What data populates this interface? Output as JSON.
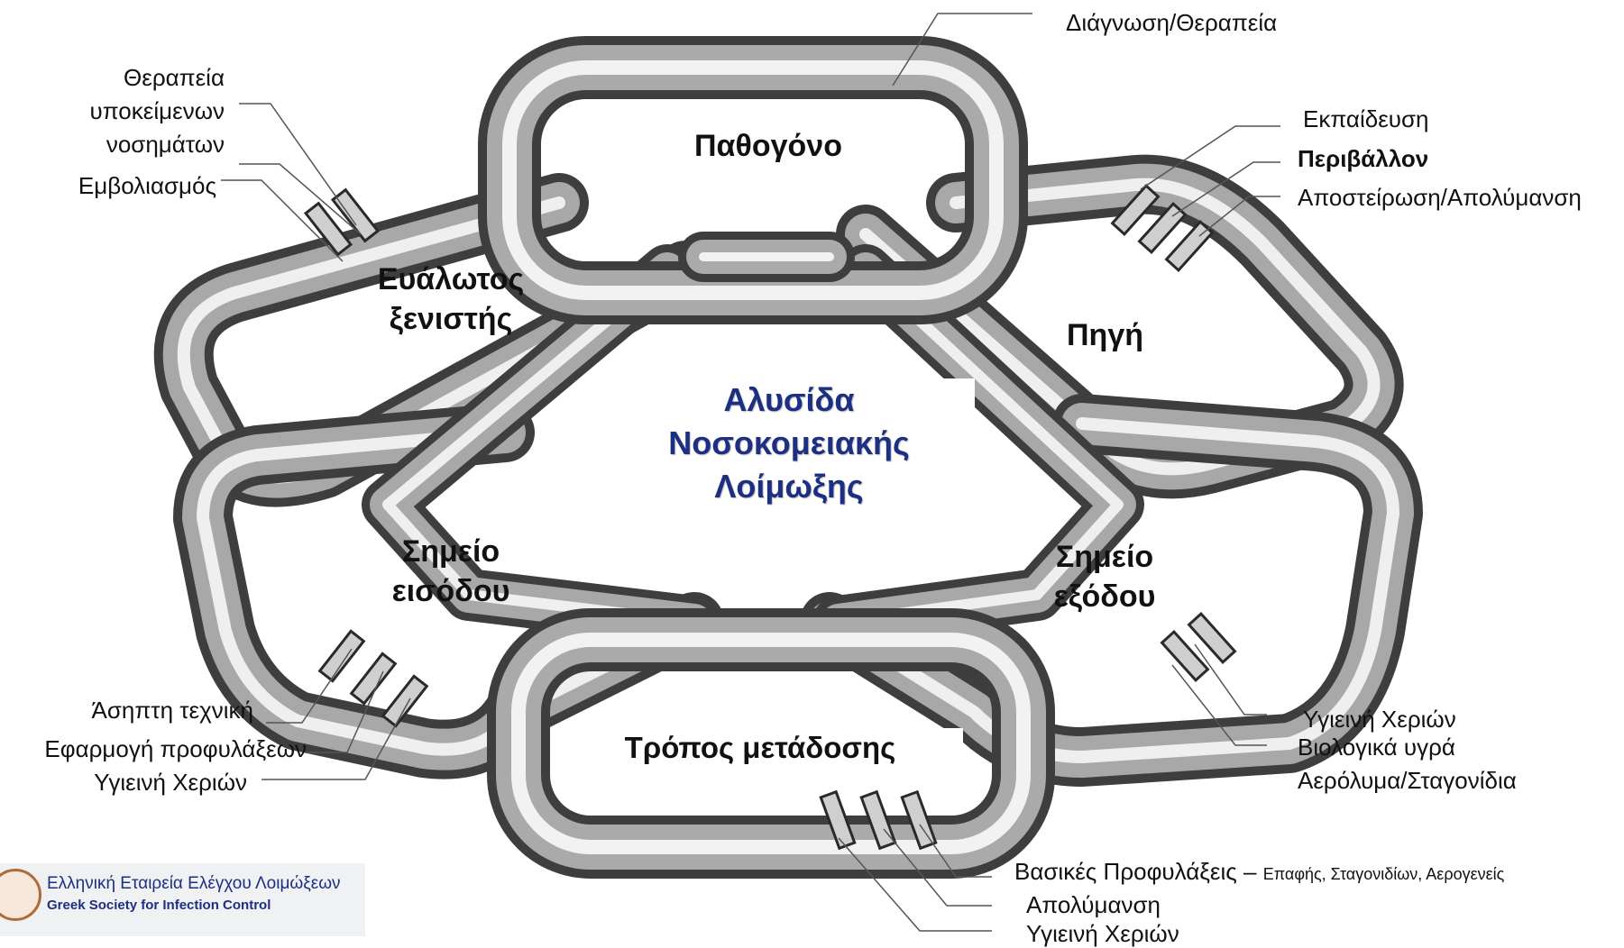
{
  "title_lines": [
    "Αλυσίδα",
    "Νοσοκομειακής",
    "Λοίμωξης"
  ],
  "nodes": {
    "pathogen": "Παθογόνο",
    "source": "Πηγή",
    "host_line1": "Ευάλωτος",
    "host_line2": "ξενιστής",
    "entry_line1": "Σημείο",
    "entry_line2": "εισόδου",
    "exit_line1": "Σημείο",
    "exit_line2": "εξόδου",
    "transmission": "Τρόπος μετάδοσης"
  },
  "labels": {
    "diagnosis": "Διάγνωση/Θεραπεία",
    "host_1": "Θεραπεία",
    "host_2": "υποκείμενων",
    "host_3": "νοσημάτων",
    "host_4": "Εμβολιασμός",
    "source_1": "Εκπαίδευση",
    "source_2": "Περιβάλλον",
    "source_3": "Αποστείρωση/Απολύμανση",
    "entry_1": "Άσηπτη τεχνική",
    "entry_2": "Εφαρμογή προφυλάξεων",
    "entry_3": "Υγιεινή Χεριών",
    "exit_1": "Υγιεινή Χεριών",
    "exit_2": "Βιολογικά υγρά",
    "exit_3": "Αερόλυμα/Σταγονίδια",
    "trans_1_main": "Βασικές Προφυλάξεις –",
    "trans_1_detail": "Επαφής, Σταγονιδίων, Αερογενείς",
    "trans_2": "Απολύμανση",
    "trans_3": "Υγιεινή Χεριών"
  },
  "logo": {
    "greek": "Ελληνική Εταιρεία Ελέγχου Λοιμώξεων",
    "english": "Greek Society for Infection Control"
  },
  "colors": {
    "title": "#1c2f82",
    "chain_light": "#f4f4f4",
    "chain_mid": "#a9a9a9",
    "chain_dark": "#4a4a4a"
  }
}
